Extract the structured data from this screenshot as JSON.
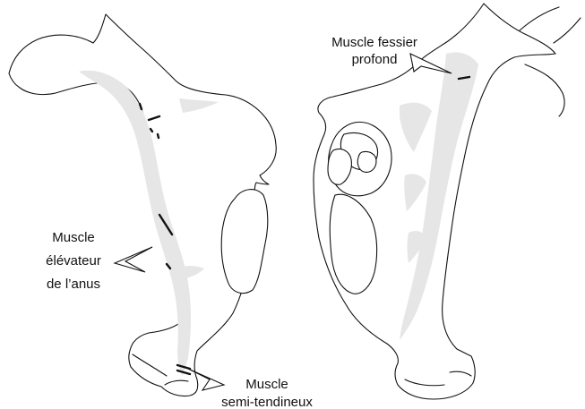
{
  "colors": {
    "outline": "#111111",
    "shade": "#e6e6e6",
    "background": "#ffffff",
    "marks": "#111111"
  },
  "labels": {
    "fessier_line1": "Muscle fessier",
    "fessier_line2": "profond",
    "elevateur_line1": "Muscle",
    "elevateur_line2": "élévateur",
    "elevateur_line3": "de l’anus",
    "semitendineux_line1": "Muscle",
    "semitendineux_line2": "semi-tendineux"
  }
}
